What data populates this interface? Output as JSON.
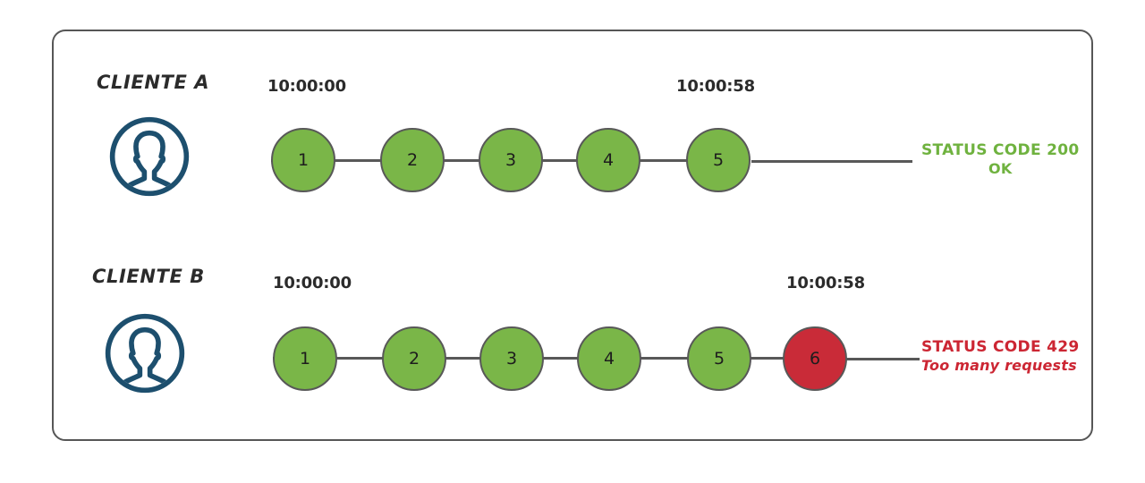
{
  "diagram": {
    "title_visible": false,
    "colors": {
      "ok": "#7ab648",
      "fail": "#c92b38",
      "node_stroke": "#585858",
      "card_border": "#565656",
      "avatar": "#1d4f6e",
      "ok_text": "#6fb23f",
      "fail_text": "#cc2633",
      "label_text": "#2b2b2b"
    },
    "rows": [
      {
        "client_label": "CLIENTE A",
        "avatar_icon": "user-avatar-icon",
        "start_time": "10:00:00",
        "end_time": "10:00:58",
        "nodes": [
          {
            "n": "1",
            "state": "ok"
          },
          {
            "n": "2",
            "state": "ok"
          },
          {
            "n": "3",
            "state": "ok"
          },
          {
            "n": "4",
            "state": "ok"
          },
          {
            "n": "5",
            "state": "ok"
          }
        ],
        "status": {
          "code": "STATUS CODE 200",
          "sub": "OK",
          "state": "ok"
        }
      },
      {
        "client_label": "CLIENTE B",
        "avatar_icon": "user-avatar-icon",
        "start_time": "10:00:00",
        "end_time": "10:00:58",
        "nodes": [
          {
            "n": "1",
            "state": "ok"
          },
          {
            "n": "2",
            "state": "ok"
          },
          {
            "n": "3",
            "state": "ok"
          },
          {
            "n": "4",
            "state": "ok"
          },
          {
            "n": "5",
            "state": "ok"
          },
          {
            "n": "6",
            "state": "fail"
          }
        ],
        "status": {
          "code": "STATUS CODE 429",
          "sub": "Too many requests",
          "state": "fail"
        }
      }
    ]
  }
}
